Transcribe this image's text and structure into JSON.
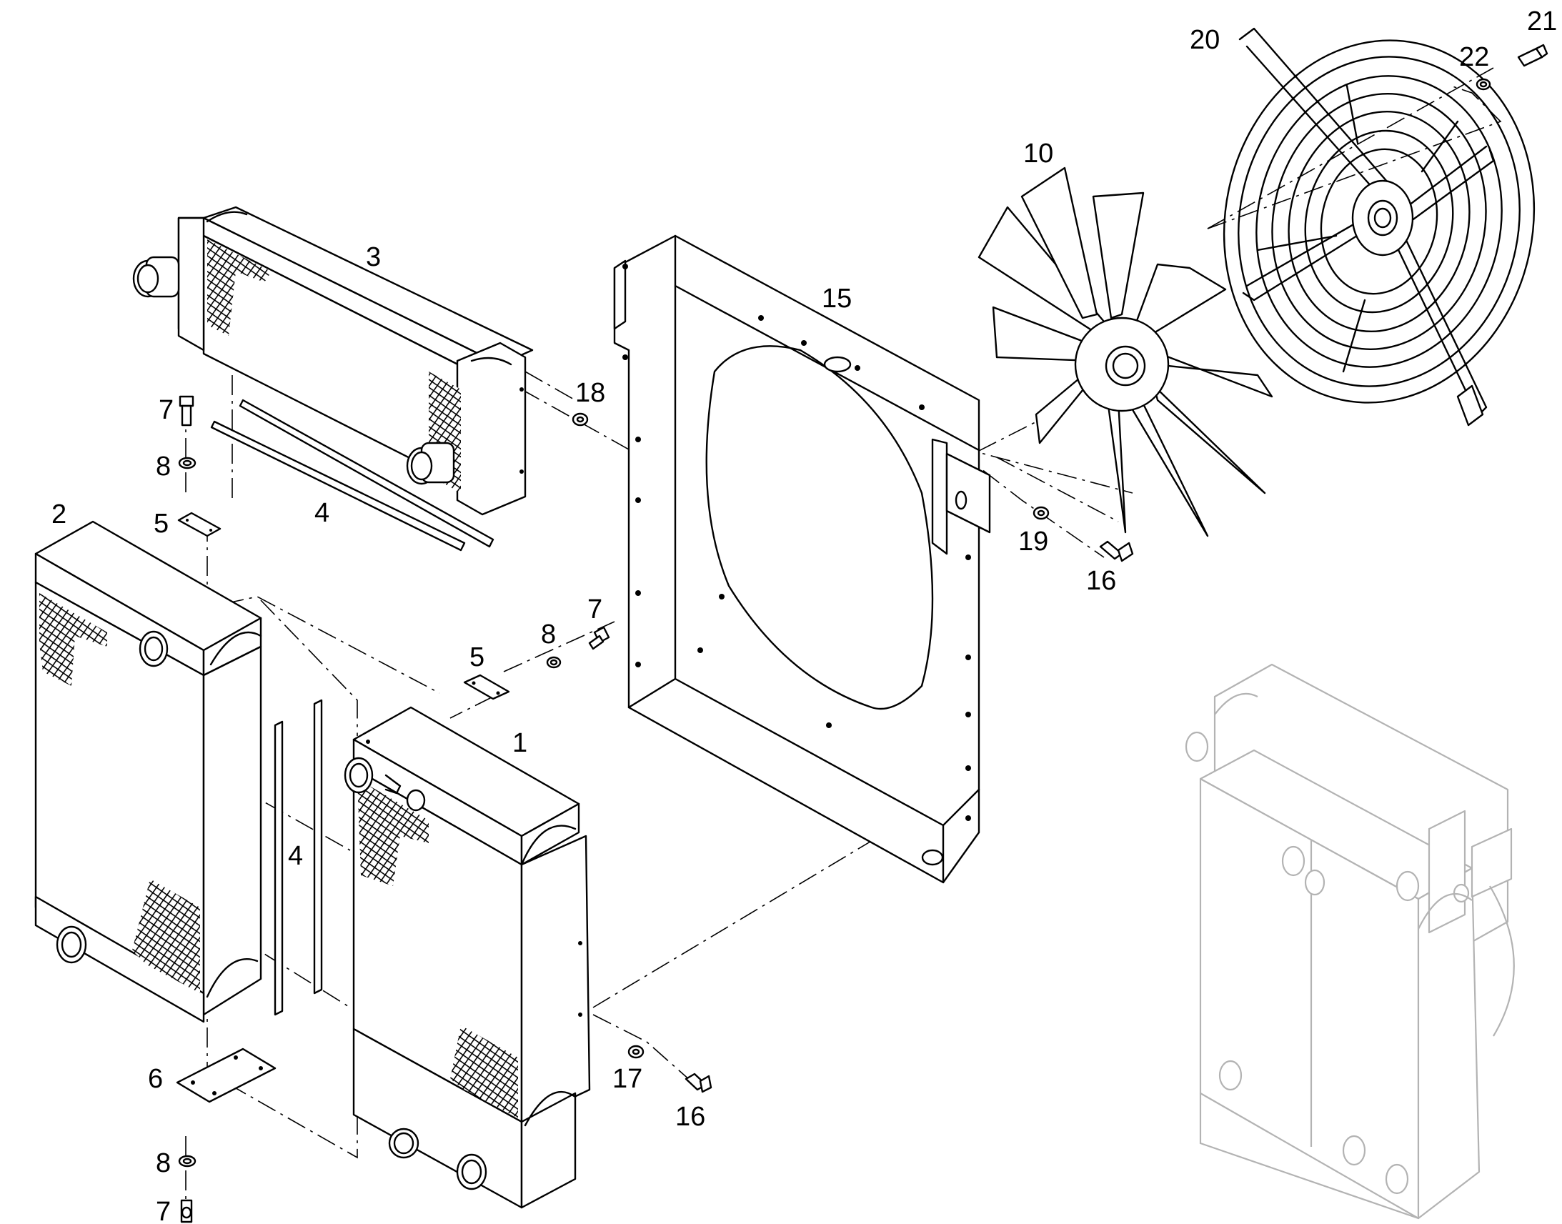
{
  "diagram": {
    "callouts": [
      {
        "id": "c20",
        "text": "20"
      },
      {
        "id": "c21",
        "text": "21"
      },
      {
        "id": "c22",
        "text": "22"
      },
      {
        "id": "c10",
        "text": "10"
      },
      {
        "id": "c15",
        "text": "15"
      },
      {
        "id": "c3",
        "text": "3"
      },
      {
        "id": "c18",
        "text": "18"
      },
      {
        "id": "c7a",
        "text": "7"
      },
      {
        "id": "c8a",
        "text": "8"
      },
      {
        "id": "c5a",
        "text": "5"
      },
      {
        "id": "c4a",
        "text": "4"
      },
      {
        "id": "c2",
        "text": "2"
      },
      {
        "id": "c19",
        "text": "19"
      },
      {
        "id": "c16a",
        "text": "16"
      },
      {
        "id": "c7b",
        "text": "7"
      },
      {
        "id": "c8b",
        "text": "8"
      },
      {
        "id": "c5b",
        "text": "5"
      },
      {
        "id": "c1",
        "text": "1"
      },
      {
        "id": "c4b",
        "text": "4"
      },
      {
        "id": "c6",
        "text": "6"
      },
      {
        "id": "c17",
        "text": "17"
      },
      {
        "id": "c16b",
        "text": "16"
      },
      {
        "id": "c8c",
        "text": "8"
      },
      {
        "id": "c7c",
        "text": "7"
      }
    ]
  }
}
